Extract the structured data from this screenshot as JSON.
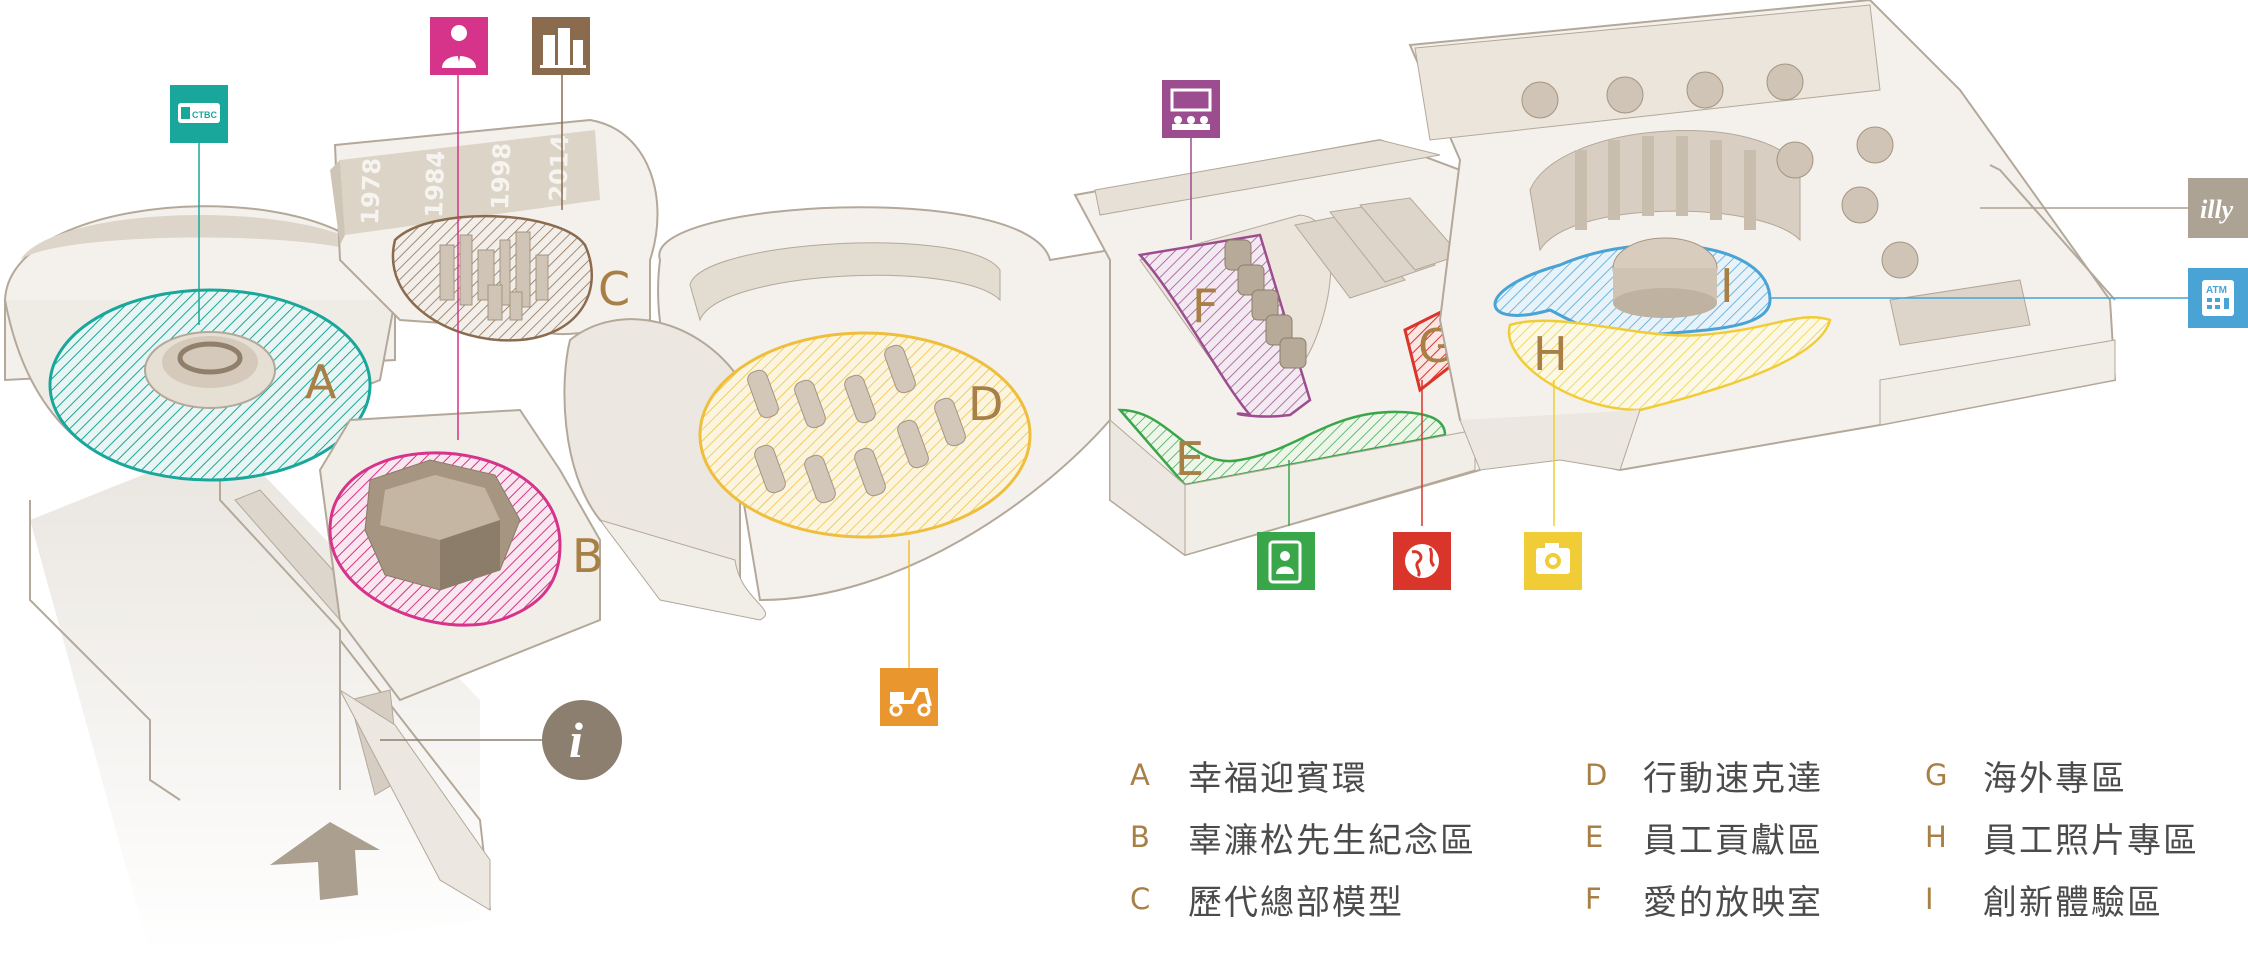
{
  "map": {
    "years": [
      "1978",
      "1984",
      "1998",
      "2014"
    ],
    "zones": [
      {
        "letter": "A",
        "name": "幸福迎賓環",
        "color": "#1aa79b"
      },
      {
        "letter": "B",
        "name": "辜濂松先生紀念區",
        "color": "#d6338a"
      },
      {
        "letter": "C",
        "name": "歷代總部模型",
        "color": "#8b6b4e"
      },
      {
        "letter": "D",
        "name": "行動速克達",
        "color": "#efbe3c"
      },
      {
        "letter": "E",
        "name": "員工貢獻區",
        "color": "#3aa64a"
      },
      {
        "letter": "F",
        "name": "愛的放映室",
        "color": "#9c4d8f"
      },
      {
        "letter": "G",
        "name": "海外專區",
        "color": "#d9352a"
      },
      {
        "letter": "H",
        "name": "員工照片專區",
        "color": "#f0cd36"
      },
      {
        "letter": "I",
        "name": "創新體驗區",
        "color": "#4aa3d5"
      }
    ],
    "icons": {
      "bank_logo_text": "CTBC",
      "cafe_logo_text": "illy",
      "atm_text": "ATM",
      "info_text": "i"
    },
    "colors": {
      "wall": "#f4f1ec",
      "wall_edge": "#b3a899",
      "floor": "#eeeae4",
      "accent_brown": "#a87f44"
    }
  }
}
